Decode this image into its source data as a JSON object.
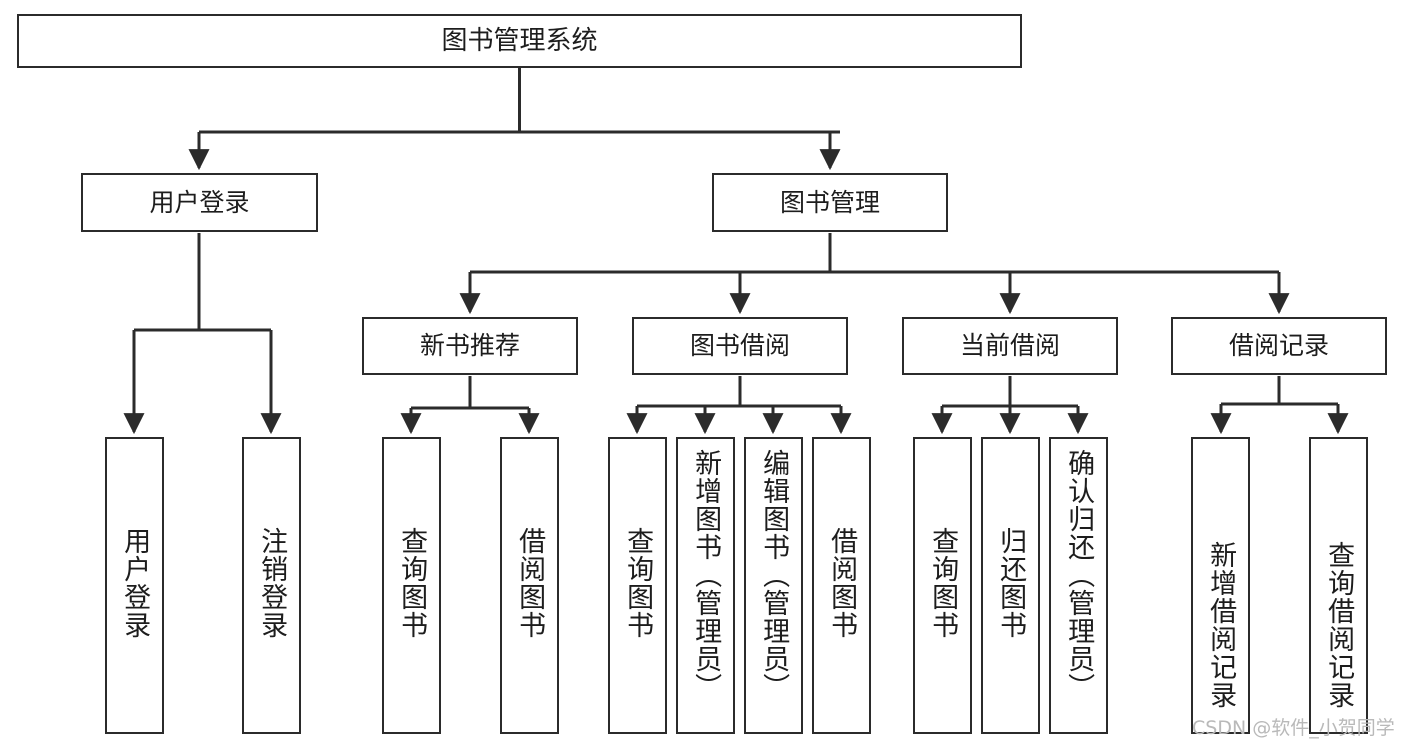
{
  "diagram": {
    "title": "图书管理系统",
    "type": "tree-hierarchy-chart",
    "orientation": "top-down",
    "line_color": "#2b2b2b",
    "box_fill": "#ffffff",
    "box_border": "#2b2b2b",
    "levels": {
      "root": {
        "label": "图书管理系统"
      },
      "level2": [
        {
          "label": "用户登录"
        },
        {
          "label": "图书管理"
        }
      ],
      "level3": [
        {
          "label": "新书推荐"
        },
        {
          "label": "图书借阅"
        },
        {
          "label": "当前借阅"
        },
        {
          "label": "借阅记录"
        }
      ],
      "leaves": {
        "user_login": [
          {
            "label": "用户登录"
          },
          {
            "label": "注销登录"
          }
        ],
        "new_book_recommend": [
          {
            "label": "查询图书"
          },
          {
            "label": "借阅图书"
          }
        ],
        "book_borrow": [
          {
            "label": "查询图书"
          },
          {
            "label": "新增图书（管理员）"
          },
          {
            "label": "编辑图书（管理员）"
          },
          {
            "label": "借阅图书"
          }
        ],
        "current_borrow": [
          {
            "label": "查询图书"
          },
          {
            "label": "归还图书"
          },
          {
            "label": "确认归还（管理员）"
          }
        ],
        "borrow_records": [
          {
            "label": "新增借阅记录"
          },
          {
            "label": "查询借阅记录"
          }
        ]
      }
    }
  },
  "watermark": {
    "text": "CSDN @软件_小贺同学",
    "color": "#b9b9b9"
  }
}
